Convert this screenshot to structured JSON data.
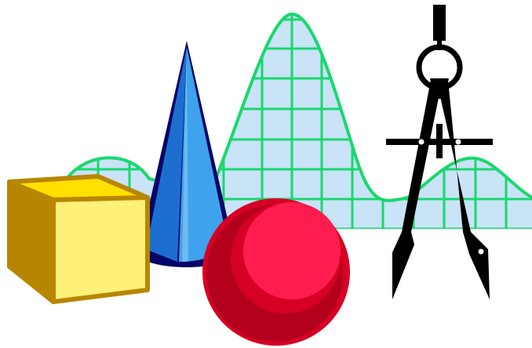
{
  "illustration": {
    "shapes": [
      "cube",
      "cone",
      "sphere",
      "bell-curve-graph",
      "drafting-compass"
    ]
  },
  "colors": {
    "graph_line": "#19d86e",
    "graph_fill": "#c9e3f7",
    "cube_front": "#fff07a",
    "cube_top": "#ffe000",
    "cube_side": "#b78600",
    "cube_edge": "#b88600",
    "cone_light": "#3ea3ec",
    "cone_mid": "#1c6ed0",
    "cone_dark": "#050567",
    "sphere_light": "#ff1c4f",
    "sphere_dark": "#b3001c",
    "sphere_rim": "#d60025",
    "compass": "#000000"
  }
}
